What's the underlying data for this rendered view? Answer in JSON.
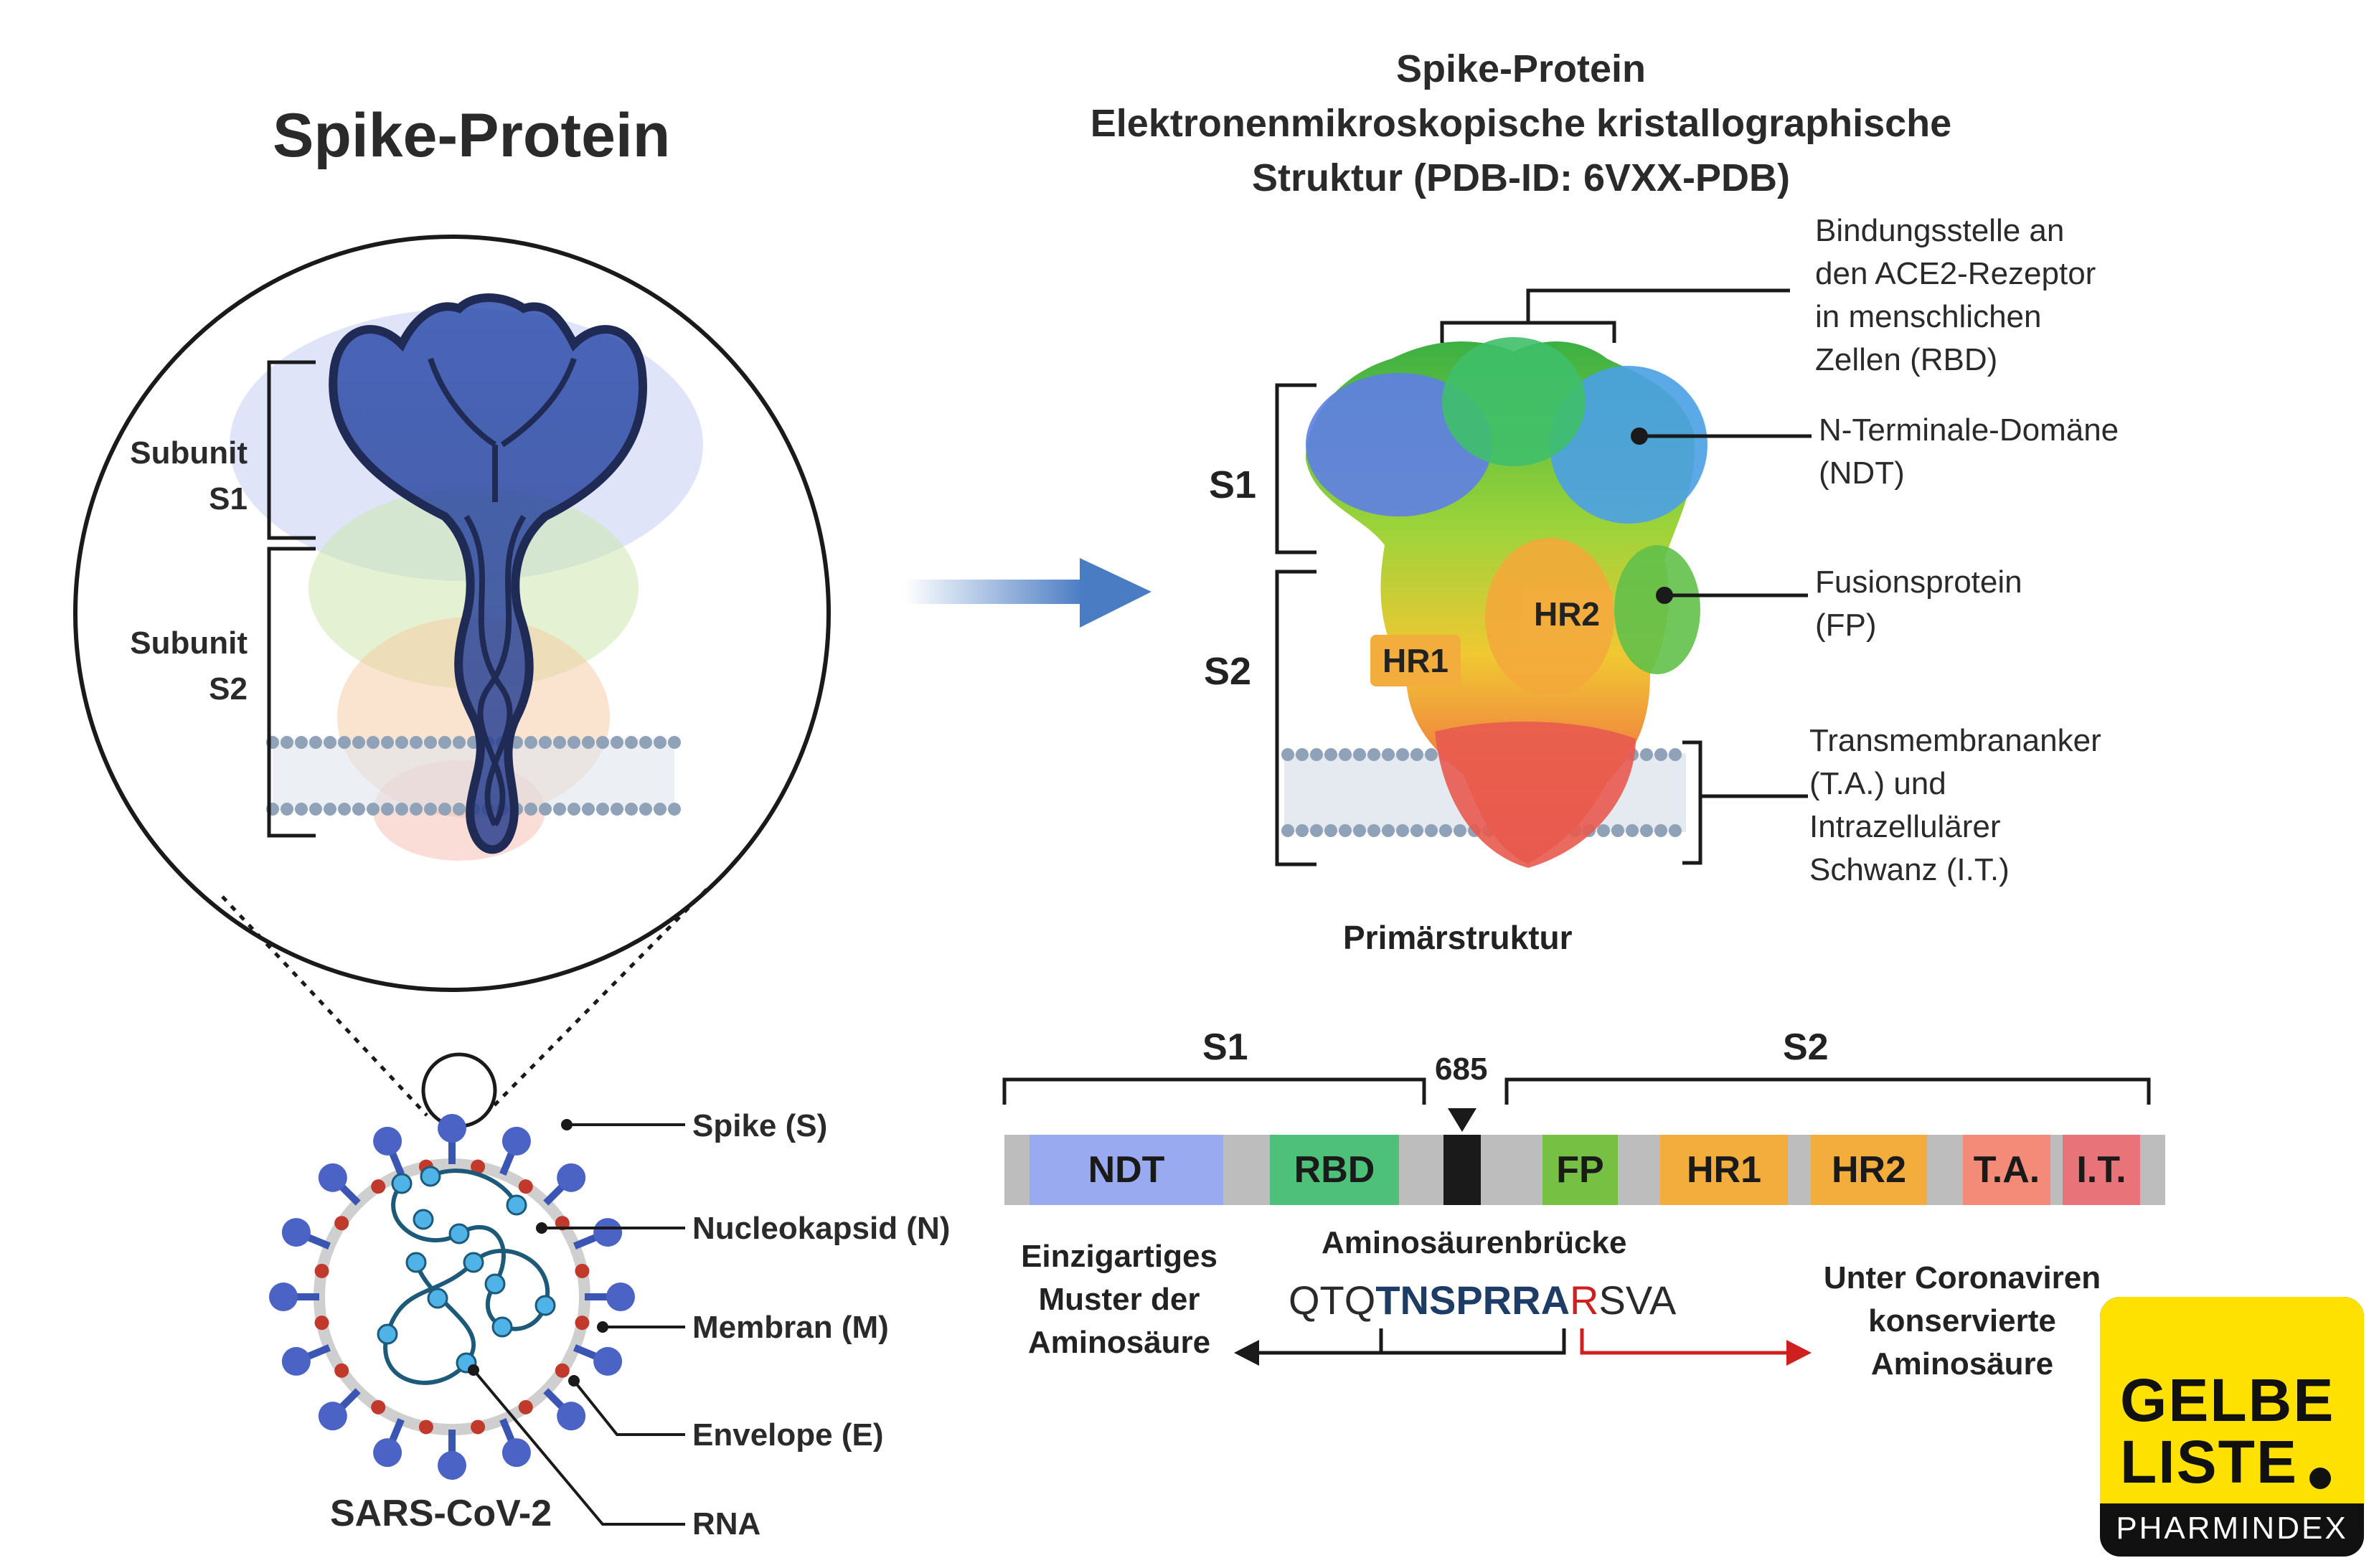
{
  "left": {
    "title": "Spike-Protein",
    "subunit_s1": [
      "Subunit",
      "S1"
    ],
    "subunit_s2": [
      "Subunit",
      "S2"
    ],
    "virus_name": "SARS-CoV-2",
    "virus_labels": [
      "Spike (S)",
      "Nucleokapsid (N)",
      "Membran (M)",
      "Envelope (E)",
      "RNA"
    ]
  },
  "right": {
    "title_lines": [
      "Spike-Protein",
      "Elektronenmikroskopische kristallographische",
      "Struktur (PDB-ID: 6VXX-PDB)"
    ],
    "s1": "S1",
    "s2": "S2",
    "hr1": "HR1",
    "hr2": "HR2",
    "annotations": {
      "rbd": [
        "Bindungsstelle an",
        "den ACE2-Rezeptor",
        "in menschlichen",
        "Zellen (RBD)"
      ],
      "ndt": [
        "N-Terminale-Domäne",
        "(NDT)"
      ],
      "fp": [
        "Fusionsprotein",
        "(FP)"
      ],
      "ta": [
        "Transmembrananker",
        "(T.A.) und",
        "Intrazellulärer",
        "Schwanz (I.T.)"
      ]
    }
  },
  "primary": {
    "title": "Primärstruktur",
    "s1": "S1",
    "s2": "S2",
    "cleavage_position": "685",
    "segments": [
      {
        "label": "NDT",
        "color": "#9aaaf0"
      },
      {
        "label": "RBD",
        "color": "#4fc07a"
      },
      {
        "label": "FP",
        "color": "#76c043"
      },
      {
        "label": "HR1",
        "color": "#f2ad3c"
      },
      {
        "label": "HR2",
        "color": "#f2ad3c"
      },
      {
        "label": "T.A.",
        "color": "#f48a78"
      },
      {
        "label": "I.T.",
        "color": "#e8747a"
      }
    ],
    "bridge_label": "Aminosäurenbrücke",
    "sequence": {
      "prefix": "QTQ",
      "bold": "TNSPRRA",
      "red": "R",
      "suffix": "SVA"
    },
    "left_note": [
      "Einzigartiges",
      "Muster der",
      "Aminosäure"
    ],
    "right_note": [
      "Unter Coronaviren",
      "konservierte",
      "Aminosäure"
    ]
  },
  "logo": {
    "line1": "GELBE",
    "line2": "LISTE",
    "sub": "PHARMINDEX"
  },
  "colors": {
    "accent_blue": "#3f6fb5",
    "box_bg": "#edf2f9",
    "red": "#d01f1f"
  }
}
